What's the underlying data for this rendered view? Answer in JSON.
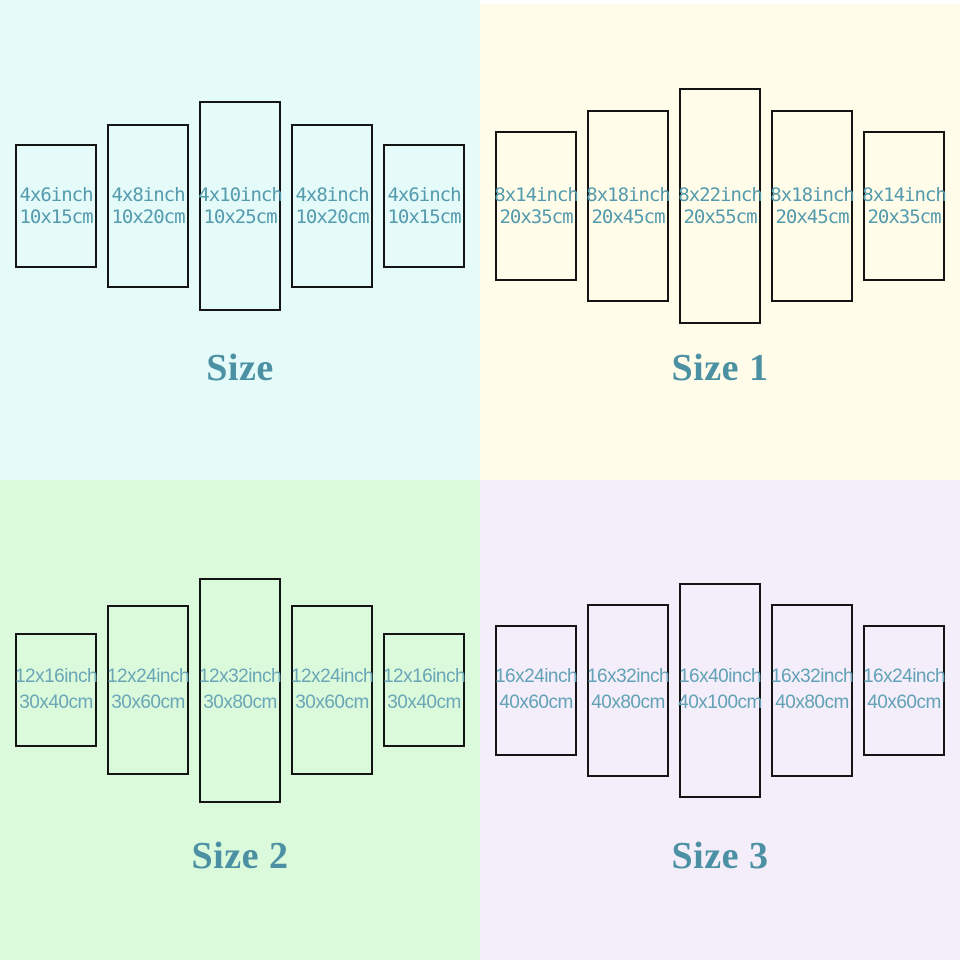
{
  "panel_border_color": "#141414",
  "quadrants": [
    {
      "title": "Size",
      "colors": {
        "background": "#e4fbfa",
        "label": "#559bad",
        "title": "#4c90a3"
      },
      "panels": [
        {
          "line1": "4x6inch",
          "line2": "10x15cm"
        },
        {
          "line1": "4x8inch",
          "line2": "10x20cm"
        },
        {
          "line1": "4x10inch",
          "line2": "10x25cm"
        },
        {
          "line1": "4x8inch",
          "line2": "10x20cm"
        },
        {
          "line1": "4x6inch",
          "line2": "10x15cm"
        }
      ]
    },
    {
      "title": "Size 1",
      "colors": {
        "background": "#fffdea",
        "label": "#549aac",
        "title": "#4c90a3"
      },
      "panels": [
        {
          "line1": "8x14inch",
          "line2": "20x35cm"
        },
        {
          "line1": "8x18inch",
          "line2": "20x45cm"
        },
        {
          "line1": "8x22inch",
          "line2": "20x55cm"
        },
        {
          "line1": "8x18inch",
          "line2": "20x45cm"
        },
        {
          "line1": "8x14inch",
          "line2": "20x35cm"
        }
      ]
    },
    {
      "title": "Size 2",
      "colors": {
        "background": "#dbfadc",
        "label": "#6aa6b6",
        "title": "#4c90a3"
      },
      "panels": [
        {
          "line1": "12x16inch",
          "line2": "30x40cm"
        },
        {
          "line1": "12x24inch",
          "line2": "30x60cm"
        },
        {
          "line1": "12x32inch",
          "line2": "30x80cm"
        },
        {
          "line1": "12x24inch",
          "line2": "30x60cm"
        },
        {
          "line1": "12x16inch",
          "line2": "30x40cm"
        }
      ]
    },
    {
      "title": "Size 3",
      "colors": {
        "background": "#f3eef9",
        "label": "#63a1b6",
        "title": "#4c90a3"
      },
      "panels": [
        {
          "line1": "16x24inch",
          "line2": "40x60cm"
        },
        {
          "line1": "16x32inch",
          "line2": "40x80cm"
        },
        {
          "line1": "16x40inch",
          "line2": "40x100cm"
        },
        {
          "line1": "16x32inch",
          "line2": "40x80cm"
        },
        {
          "line1": "16x24inch",
          "line2": "40x60cm"
        }
      ]
    }
  ]
}
